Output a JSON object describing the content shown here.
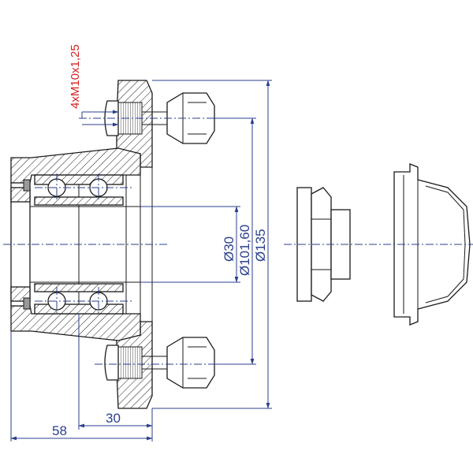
{
  "callout": {
    "thread": "4xM10x1,25"
  },
  "dimensions": {
    "dia_30": "Ø30",
    "dia_101_60": "Ø101,60",
    "dia_135": "Ø135",
    "width_30": "30",
    "width_58": "58"
  },
  "colors": {
    "dimension_blue": "#2b3f8c",
    "callout_red": "#d41e1e",
    "outline": "#1a1a1a"
  }
}
